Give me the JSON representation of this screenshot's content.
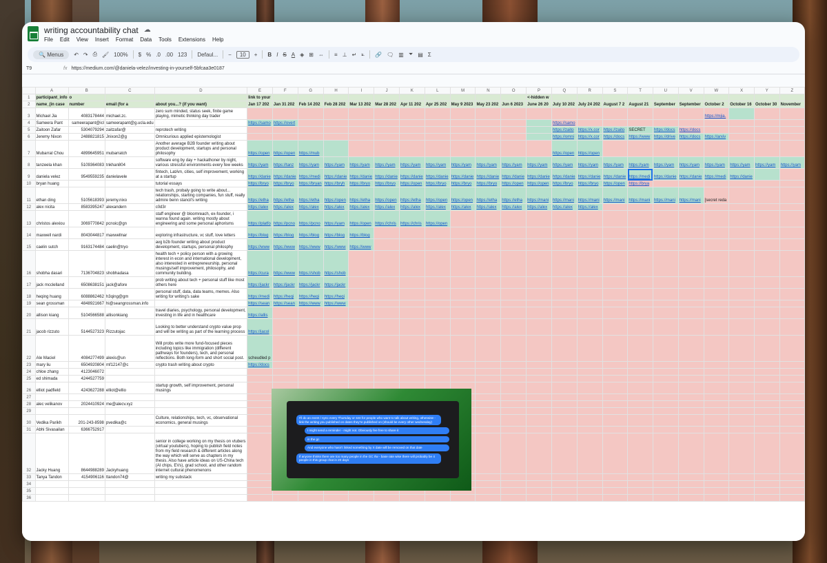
{
  "app": {
    "title": "writing accountability chat",
    "menus": [
      "File",
      "Edit",
      "View",
      "Insert",
      "Format",
      "Data",
      "Tools",
      "Extensions",
      "Help"
    ]
  },
  "toolbar": {
    "search": "Menus",
    "zoom": "100%",
    "currency": "$",
    "percent": "%",
    "dec_less": ".0",
    "dec_more": ".00",
    "numfmt": "123",
    "font": "Defaul...",
    "font_size": "10"
  },
  "formula_bar": {
    "cell": "T9",
    "fx": "fx",
    "value": "https://medium.com/@daniela-velez/investing-in-yourself-5bfcaa3e0187"
  },
  "columns": [
    "A",
    "B",
    "C",
    "D",
    "E",
    "F",
    "G",
    "H",
    "I",
    "J",
    "K",
    "L",
    "M",
    "N",
    "O",
    "P",
    "Q",
    "R",
    "S",
    "T",
    "U",
    "V",
    "W",
    "X",
    "Y",
    "Z"
  ],
  "header_row1": {
    "A": "participant_info",
    "B": "o",
    "E": "link to your",
    "P": "<-hidden w"
  },
  "header_row2": [
    "name_(in case",
    "number",
    "email (for a",
    "about you...? (if you want)",
    "Jan 17 202",
    "Jan 31 202",
    "Feb 14 202",
    "Feb 28 202",
    "Mar 13 202",
    "Mar 28 202",
    "Apr 11 202",
    "Apr 25 202",
    "May 9 2023",
    "May 23 202",
    "Jun 6 2023",
    "June 26 20",
    "July 10 202",
    "July 24 202",
    "August 7 2",
    "August 21",
    "September",
    "September",
    "October 2",
    "October 16",
    "October 30",
    "November"
  ],
  "rows": [
    {
      "n": "3",
      "name": "Michael Jia",
      "num": "4083178444",
      "email": "michael.zc.",
      "about": "zero sum minded, status seek, finite game playing, mimetic thinking day trader",
      "links": "rrrrrrrrrrrrrrrrrr_grrrr",
      "texts": {
        "18": "https://mjia."
      }
    },
    {
      "n": "4",
      "name": "Sameera Pant",
      "num": "sameerapant@icl",
      "email": "sameerapant@g.ucla.edu",
      "about": "",
      "links": "ggrrrrrrrrrgrrrrrrrrrr",
      "texts": {
        "0": "https://samo",
        "1": "https://overt",
        "12": "https://samo"
      }
    },
    {
      "n": "5",
      "name": "Zaitoon Zafar",
      "num": "5304079294",
      "email": "zaitzafar@",
      "about": "reprotech writing",
      "links": "rrrrrrrrrrrggggggrrrrr",
      "texts": {
        "12": "https://zaito",
        "13": "https://x.cor",
        "14": "https://zaito",
        "15": "SECRET",
        "16": "https://docs",
        "17": "https://docs"
      }
    },
    {
      "n": "6",
      "name": "Jeremy Nixon",
      "num": "2488821815",
      "email": "Jnixon2@g",
      "about": "Omnicurious applied epistemologist",
      "links": "rrrrrrrrrrrggggggggrrr",
      "texts": {
        "12": "https://omni",
        "13": "https://x.cor",
        "14": "https://docs",
        "15": "https://www",
        "16": "https://drive",
        "17": "https://docs",
        "18": "https://arxiv"
      }
    },
    {
      "n": "7",
      "name": "Mubarrat Chou",
      "num": "4899645951",
      "email": "mubarratch",
      "about": "Another average B2B founder writing about product development, startups and personal philosophy",
      "links": "ggggrrrrrrrrggrrrrrrrr",
      "texts": {
        "0": "https://open",
        "1": "https://open",
        "2": "https://mub",
        "12": "https://open",
        "13": "https://open"
      }
    },
    {
      "n": "8",
      "name": "tanzeela khan",
      "num": "5109364083",
      "email": "tnkhan804",
      "about": "software eng by day + hackathoner by night, various stressful environments every few weeks",
      "links": "gggggggggggggggggggggg",
      "texts": {
        "0": "https://yam",
        "1": "https://tanz",
        "2": "https://yam",
        "3": "https://yam",
        "4": "https://yam",
        "5": "https://yam",
        "6": "https://yam",
        "7": "https://yam",
        "8": "https://yam",
        "9": "https://yam",
        "10": "https://yam",
        "11": "https://yam",
        "12": "https://yam",
        "13": "https://yam",
        "14": "https://yam",
        "15": "https://yam",
        "16": "https://yam",
        "17": "https://yam",
        "18": "https://yam",
        "19": "https://yam",
        "20": "https://yam",
        "21": "https://yam"
      }
    },
    {
      "n": "9",
      "name": "daniela velez",
      "num": "9549559235",
      "email": "danielavele",
      "about": "fintech, LatAm, cities, self improvement, working at a startup",
      "links": "gggggggggggggggggggggr",
      "texts": {
        "0": "https://danie",
        "1": "https://danie",
        "2": "https://medi",
        "3": "https://danie",
        "4": "https://danie",
        "5": "https://danie",
        "6": "https://danie",
        "7": "https://danie",
        "8": "https://danie",
        "9": "https://danie",
        "10": "https://danie",
        "11": "https://danie",
        "12": "https://danie",
        "13": "https://danie",
        "14": "https://danie",
        "15": "https://medi",
        "16": "https://danie",
        "17": "https://danie",
        "18": "https://medi",
        "19": "https://danie"
      }
    },
    {
      "n": "10",
      "name": "bryan huang",
      "num": "",
      "email": "",
      "about": "tutorial essays",
      "links": "gggggggggggggggrrrrrrr",
      "texts": {
        "0": "https://bryo",
        "1": "https://bryo",
        "2": "https://bryan",
        "3": "https://bryh",
        "4": "https://bryo",
        "5": "https://bryo",
        "6": "https://open",
        "7": "https://bryo",
        "8": "https://bryo",
        "9": "https://bryo",
        "10": "https://open",
        "11": "https://open",
        "12": "https://bryo",
        "13": "https://bryo",
        "14": "https://open",
        "15": "https://brya"
      }
    },
    {
      "n": "11",
      "name": "ethan ding",
      "num": "5105618393",
      "email": "jeremy.nixo",
      "about": "tech trash, probaly going to write about... relationships, starting companies, fun stuff, really admire benn stancil's writing",
      "links": "ggggggggggggggggggrrrr",
      "texts": {
        "0": "https://etha",
        "1": "https://etha",
        "2": "https://etha",
        "3": "https://open",
        "4": "https://etha",
        "5": "https://open",
        "6": "https://etha",
        "7": "https://open",
        "8": "https://open",
        "9": "https://etha",
        "10": "https://etha",
        "11": "https://mani",
        "12": "https://mani",
        "13": "https://mani",
        "14": "https://mani",
        "15": "https://mani",
        "16": "https://mani",
        "17": "https://mani",
        "18": "[secret reda"
      }
    },
    {
      "n": "12",
      "name": "alex nicita",
      "num": "8583395247",
      "email": "alexandern",
      "about": "c0d3r",
      "links": "ggggggggggggggrrrrrrrr",
      "texts": {
        "0": "https://alex",
        "1": "https://alex",
        "2": "https://alex",
        "3": "https://alex",
        "4": "https://alex",
        "5": "https://alex",
        "6": "https://alex",
        "7": "https://alex",
        "8": "https://alex",
        "9": "https://alex",
        "10": "https://alex",
        "11": "https://alex",
        "12": "https://alex",
        "13": "https://alex"
      }
    },
    {
      "n": "13",
      "name": "christos alexiou",
      "num": "3069770842",
      "email": "pcnoic@gn",
      "about": "staff engineer @ bloomreach, ex-founder, i wanna found again. writing mostly about engineering and some personal aphorisms",
      "links": "ggggggggrrrrrrrrrrrrrr",
      "texts": {
        "0": "https://platfo",
        "1": "https://pcno",
        "2": "https://pcno",
        "3": "https://yam",
        "4": "https://open",
        "5": "https://chris",
        "6": "https://chris",
        "7": "https://open"
      }
    },
    {
      "n": "14",
      "name": "maxwell nardi",
      "num": "8043044817",
      "email": "maxwellnar",
      "about": "exploring infrastructure, vc stuff, love letters",
      "links": "gggggrrrrrrrrrrrrrrrrr",
      "texts": {
        "0": "https://blog",
        "1": "https://blog",
        "2": "https://blog",
        "3": "https://blog",
        "4": "https://blog"
      }
    },
    {
      "n": "15",
      "name": "caelin sutch",
      "num": "9163174484",
      "email": "caelin@tryo",
      "about": "avg b2b founder writing about product development, startups, personal philosphy",
      "links": "gggggrrrrrrrrrrrrrrrrr",
      "texts": {
        "0": "https://www",
        "1": "https://www",
        "2": "https://www",
        "3": "https://www",
        "4": "https://www"
      }
    },
    {
      "n": "16",
      "name": "shobha dasari",
      "num": "7136704823",
      "email": "shobhadasa",
      "about": "health tech + policy person with a growing interest in econ and international development, also interested in entrepreneurship, personal musings/self improvement, philosophy, and community building.",
      "links": "ggggrrrrrrrrrrrrrrrrrr",
      "texts": {
        "0": "https://cura",
        "1": "https://www",
        "2": "https://shob",
        "3": "https://shob"
      }
    },
    {
      "n": "17",
      "name": "jack mcclelland",
      "num": "6508638151",
      "email": "jack@afore",
      "about": "prob writing about tech + personal stuff like most others here",
      "links": "ggggrrrrrrrrrrrrrrrrrr",
      "texts": {
        "0": "https://jackr",
        "1": "https://jackr",
        "2": "https://jackr",
        "3": "https://jackr"
      }
    },
    {
      "n": "18",
      "name": "heqing huang",
      "num": "6088862462",
      "email": "h3qing@gm",
      "about": "personal stuff, data, data teams, memes. Also writing for writing's sake",
      "links": "ggggrrrrrrrrrrrrrrrrrr",
      "texts": {
        "0": "https://medi",
        "1": "https://heqi",
        "2": "https://heqi",
        "3": "https://heqi"
      }
    },
    {
      "n": "19",
      "name": "sean grossman",
      "num": "4848921667",
      "email": "hi@seangrossman.info",
      "about": "",
      "links": "ggggrrrrrrrrrrrrrrrrrr",
      "texts": {
        "0": "https://sean",
        "1": "https://sean",
        "2": "https://www",
        "3": "https://www"
      }
    },
    {
      "n": "20",
      "name": "allison kiang",
      "num": "5104566588",
      "email": "allisonkiang",
      "about": "travel diaries, psychology, personal development, investing in life and in healthcare",
      "links": "grrrrrrrrrrrrrrrrrrrrr",
      "texts": {
        "0": "https://allis"
      }
    },
    {
      "n": "21",
      "name": "jacob rizzuto",
      "num": "5144527323",
      "email": "Rizzutojac",
      "about": "Looking to better understand crypto value prop and will be writing as part of the learning process",
      "links": "grrrrrrrrrrrrrrrrrrrrr",
      "texts": {
        "0": "https://jacol"
      }
    },
    {
      "n": "22",
      "name": "Ale Maciel",
      "num": "4084277499",
      "email": "alexis@un",
      "about": "Will probs write more fund-focused pieces including topics like immigration (different pathways for founders), tech, and personal reflections. Both long-form and short social post.",
      "links": "grrrrrrrrrrrrrrrrrrrrr",
      "texts": {
        "0": "scheudled p"
      }
    },
    {
      "n": "23",
      "name": "mary liu",
      "num": "6504920804",
      "email": "mf12147@c",
      "about": "crypto trash writing about crypto",
      "links": "grrrrrrrrrrrrrrrrrrrrr",
      "texts": {
        "0": "https://docs"
      }
    },
    {
      "n": "24",
      "name": "chloe zhang",
      "num": "4123046072",
      "email": "",
      "about": "",
      "links": "rrrrrrrrrrrrrrrrrrrrrr",
      "texts": {}
    },
    {
      "n": "25",
      "name": "ed shimada",
      "num": "4244527759",
      "email": "",
      "about": "",
      "links": "rrrrrrrrrrrrrrrrrrrrrr",
      "texts": {}
    },
    {
      "n": "26",
      "name": "elliot padfield",
      "num": "4243627288",
      "email": "elliot@ellio",
      "about": "startup growth, self improvement, personal musings",
      "links": "rrrrrrrrrrrrrrrrrrrrrr",
      "texts": {}
    },
    {
      "n": "27",
      "name": "",
      "num": "",
      "email": "",
      "about": "",
      "links": "rrrrrrrrrrrrrrrrrrrrrr",
      "texts": {}
    },
    {
      "n": "28",
      "name": "alec velikanov",
      "num": "2024410924",
      "email": "me@alecv.xyz",
      "about": "",
      "links": "rrrrrrrrrrrrrrrrrrrrrr",
      "texts": {}
    },
    {
      "n": "29",
      "name": "",
      "num": "",
      "email": "",
      "about": "",
      "links": "rrrrrrrrrrrrrrrrrrrrrr",
      "texts": {}
    },
    {
      "n": "30",
      "name": "Vedika Parikh",
      "num": "201-243-8598",
      "email": "pvedika@c",
      "about": "Culture, relationships, tech, vc, observational economics, general musings",
      "links": "rrrrrrrrrrrrrrrrrrrrrr",
      "texts": {}
    },
    {
      "n": "31",
      "name": "Abhi Sivasailan",
      "num": "6366752917",
      "email": "",
      "about": "",
      "links": "rrrrrrrrrrrrrrrrrrrrrr",
      "texts": {}
    },
    {
      "n": "32",
      "name": "Jacky Huang",
      "num": "8644988289",
      "email": "Jackyhuang",
      "about": "senior in college working on my thesis on vtubers (virtual youtubers), hoping to publish field notes from my field research & different articles along the way which will serve as chapters in my thesis. Also have article ideas on US-China tech (AI chips, EVs), grad school, and other random internet cultural phenomenons",
      "links": "rrrrrrrrrrrrrrrrrrrrrr",
      "texts": {}
    },
    {
      "n": "33",
      "name": "Tanya Tandon",
      "num": "4154906116",
      "email": "ttandon74@",
      "about": "writing my substack",
      "links": "rrrrrrrrrrrrrrrrrrrrrr",
      "texts": {}
    },
    {
      "n": "34",
      "name": "",
      "num": "",
      "email": "",
      "about": "",
      "links": "rrrrrrrrrrrrrrrrrrrrrr",
      "texts": {}
    },
    {
      "n": "35",
      "name": "",
      "num": "",
      "email": "",
      "about": "",
      "links": "rrrrrrrrrrrrrrrrrrrrrr",
      "texts": {}
    },
    {
      "n": "36",
      "name": "",
      "num": "",
      "email": "",
      "about": "",
      "links": "rrrrrrrrrrrrrrrrrrrrrr",
      "texts": {}
    }
  ],
  "chat": {
    "messages": [
      {
        "side": "l",
        "text": "I'll do an event / sync every Thursday or smt for people who want to talk about writing, otherwise - link the writing you published on dates they're published on (should be every other wednesday)"
      },
      {
        "side": "r",
        "text": "I might send a reminder - might not. Obviously fee free to share it"
      },
      {
        "side": "r",
        "text": "in the gc"
      },
      {
        "side": "r",
        "text": "And everyone who hasn't linked something by X date will be removed on that date"
      },
      {
        "side": "l",
        "text": "if anyone thinks there are too many people in the GC rlw - base rate wise there will probably be 4 people in this group chat in 20 days"
      }
    ]
  },
  "colors": {
    "green": "#b7e1cd",
    "red": "#f4c7c3",
    "header": "#d9ead3",
    "link": "#1155cc",
    "brand": "#188038"
  }
}
